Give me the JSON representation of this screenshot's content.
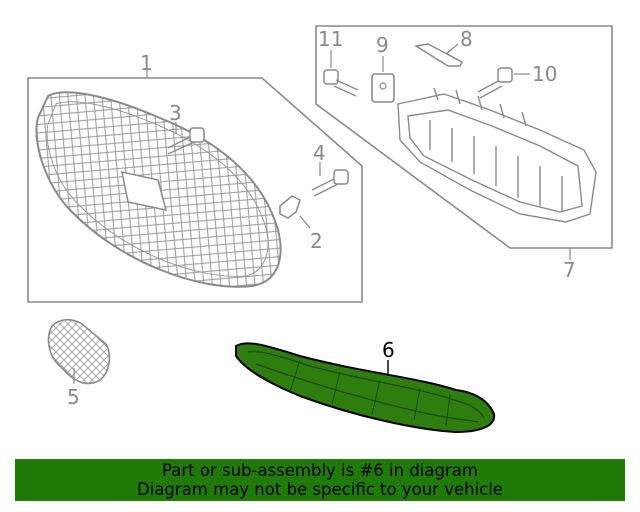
{
  "callouts": {
    "c1": "1",
    "c2": "2",
    "c3": "3",
    "c4": "4",
    "c5": "5",
    "c6": "6",
    "c7": "7",
    "c8": "8",
    "c9": "9",
    "c10": "10",
    "c11": "11"
  },
  "highlight_part": "6",
  "colors": {
    "highlight_fill": "#2e7d0e",
    "banner_bg": "#1f7a08",
    "line": "#8a8a8a"
  },
  "banner": {
    "line1": "Part or sub-assembly is #6 in diagram",
    "line2": "Diagram may not be specific to your vehicle"
  }
}
